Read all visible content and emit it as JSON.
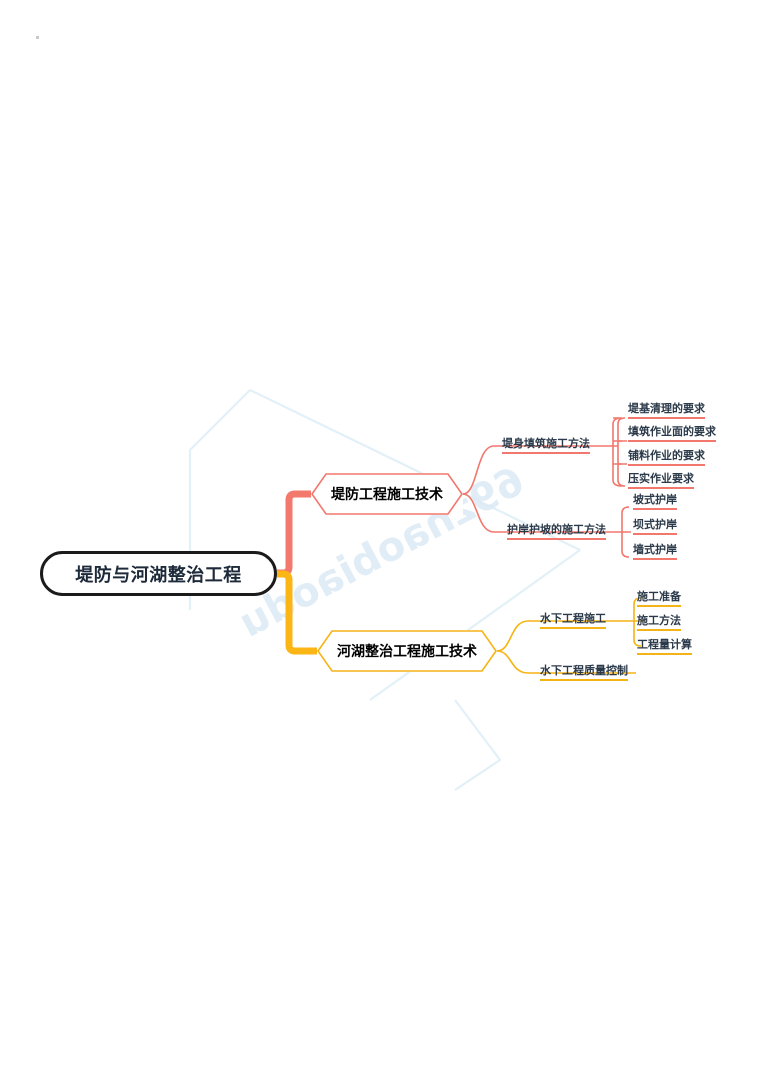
{
  "document": {
    "type": "mindmap",
    "background": "#ffffff",
    "watermark": "69zhaobiaodu",
    "corner_marker": "page-corner-dot"
  },
  "colors": {
    "root_border": "#1b1b1b",
    "root_text": "#1d2a3a",
    "branch_1": "#F2776C",
    "branch_2": "#F5B416",
    "leaf_text": "#2b3a4a",
    "watermark": "#dceaf5"
  },
  "mindmap": {
    "root": {
      "label": "堤防与河湖整治工程"
    },
    "branches": [
      {
        "label": "堤防工程施工技术",
        "color": "#F2776C",
        "children": [
          {
            "label": "堤身填筑施工方法",
            "children": [
              {
                "label": "堤基清理的要求"
              },
              {
                "label": "填筑作业面的要求"
              },
              {
                "label": "铺料作业的要求"
              },
              {
                "label": "压实作业要求"
              }
            ]
          },
          {
            "label": "护岸护坡的施工方法",
            "children": [
              {
                "label": "坡式护岸"
              },
              {
                "label": "坝式护岸"
              },
              {
                "label": "墙式护岸"
              }
            ]
          }
        ]
      },
      {
        "label": "河湖整治工程施工技术",
        "color": "#F5B416",
        "children": [
          {
            "label": "水下工程施工",
            "children": [
              {
                "label": "施工准备"
              },
              {
                "label": "施工方法"
              },
              {
                "label": "工程量计算"
              }
            ]
          },
          {
            "label": "水下工程质量控制",
            "children": []
          }
        ]
      }
    ]
  }
}
